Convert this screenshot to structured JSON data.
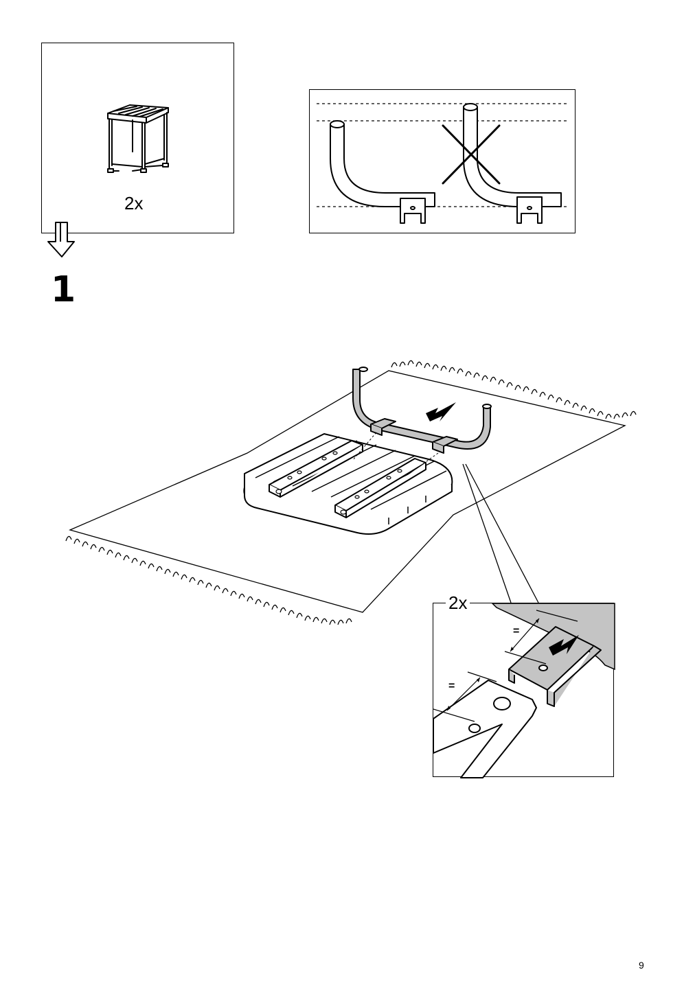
{
  "page": {
    "page_number": "9",
    "step_number": "1"
  },
  "stool_box": {
    "quantity_label": "2x"
  },
  "detail_box": {
    "quantity_label": "2x",
    "equal_mark_upper": "=",
    "equal_mark_lower": "="
  },
  "colors": {
    "line": "#000000",
    "gray_part": "#c4c4c4",
    "background": "#ffffff"
  },
  "icons": {
    "reference_stool": "stool-icon",
    "next_step_arrow": "down-arrow-icon",
    "incorrect_mark": "cross-icon",
    "push_direction": "direction-arrow-icon"
  }
}
